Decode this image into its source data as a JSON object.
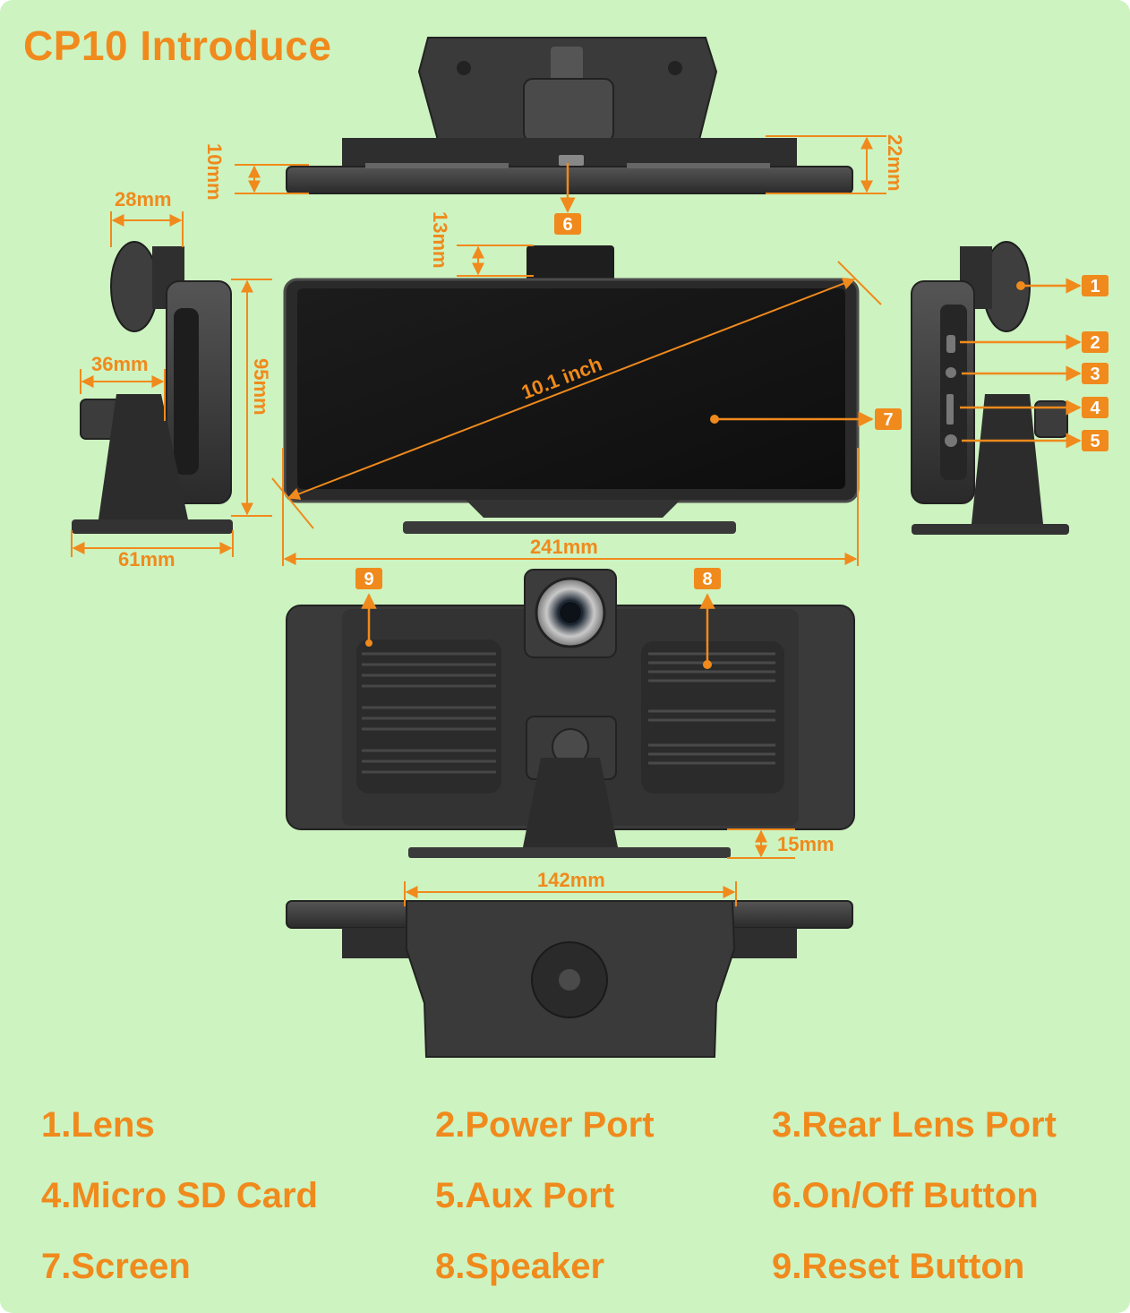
{
  "title": "CP10 Introduce",
  "colors": {
    "background": "#cdf3c0",
    "accent": "#f08a1c",
    "device_dark": "#2b2b2b",
    "device_mid": "#4a4a4a",
    "screen": "#141414"
  },
  "dimensions": {
    "top_thickness": "10mm",
    "top_depth": "22mm",
    "side_depth_top": "28mm",
    "mount_height": "13mm",
    "side_stand_depth": "36mm",
    "height": "95mm",
    "base_depth": "61mm",
    "diagonal": "10.1  inch",
    "width": "241mm",
    "base_thickness": "15mm",
    "mount_width": "142mm"
  },
  "badges": [
    "1",
    "2",
    "3",
    "4",
    "5",
    "6",
    "7",
    "8",
    "9"
  ],
  "legend": [
    "1.Lens",
    "2.Power Port",
    "3.Rear Lens Port",
    "4.Micro SD Card",
    "5.Aux Port",
    "6.On/Off Button",
    "7.Screen",
    "8.Speaker",
    "9.Reset Button"
  ]
}
